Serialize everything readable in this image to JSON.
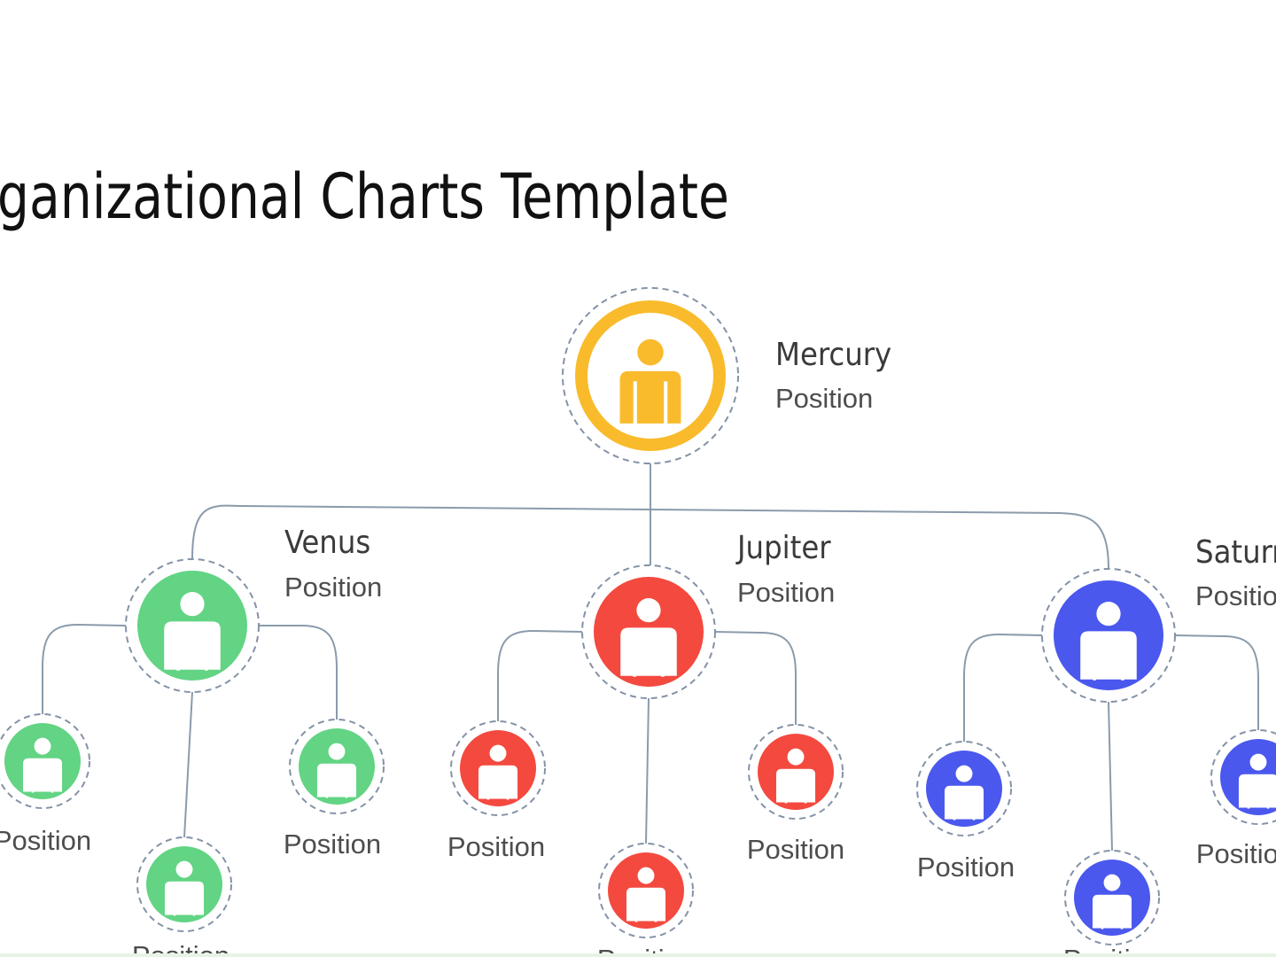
{
  "title": "Organizational Charts Template",
  "colors": {
    "gold": "#F9BB2B",
    "green": "#62D484",
    "red": "#F4493F",
    "blue": "#4A58EE",
    "connector": "#8A9BAB",
    "ring": "#8492A6",
    "heading_text": "#3c3c3c",
    "label_text": "#4d4d4d"
  },
  "root": {
    "name": "Mercury",
    "position": "Position",
    "color": "gold"
  },
  "departments": [
    {
      "name": "Venus",
      "position": "Position",
      "color": "green",
      "members": [
        {
          "position": "Position"
        },
        {
          "position": "Position"
        },
        {
          "position": "Position"
        }
      ]
    },
    {
      "name": "Jupiter",
      "position": "Position",
      "color": "red",
      "members": [
        {
          "position": "Position"
        },
        {
          "position": "Position"
        },
        {
          "position": "Position"
        }
      ]
    },
    {
      "name": "Saturn",
      "position": "Position",
      "color": "blue",
      "members": [
        {
          "position": "Position"
        },
        {
          "position": "Position"
        },
        {
          "position": "Position"
        }
      ]
    }
  ]
}
